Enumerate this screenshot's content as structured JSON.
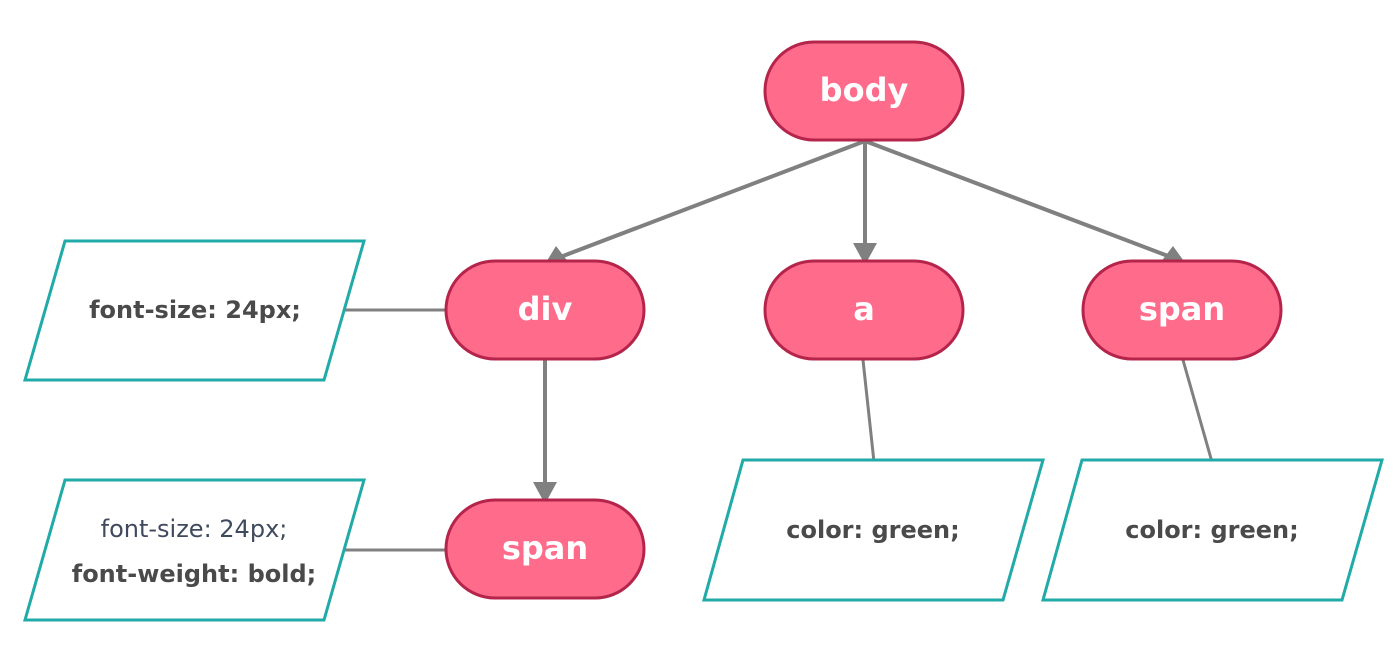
{
  "nodes": {
    "body": "body",
    "div": "div",
    "a": "a",
    "span_top": "span",
    "span_child": "span"
  },
  "notes": {
    "div_style": [
      "font-size: 24px;"
    ],
    "span_child_style": [
      "font-size: 24px;",
      "font-weight: bold;"
    ],
    "a_style": [
      "color: green;"
    ],
    "span_top_style": [
      "color: green;"
    ]
  },
  "colors": {
    "node_fill": "#ff6b8b",
    "node_stroke": "#b5244a",
    "note_stroke": "#20aaa8",
    "edge": "#808080"
  }
}
